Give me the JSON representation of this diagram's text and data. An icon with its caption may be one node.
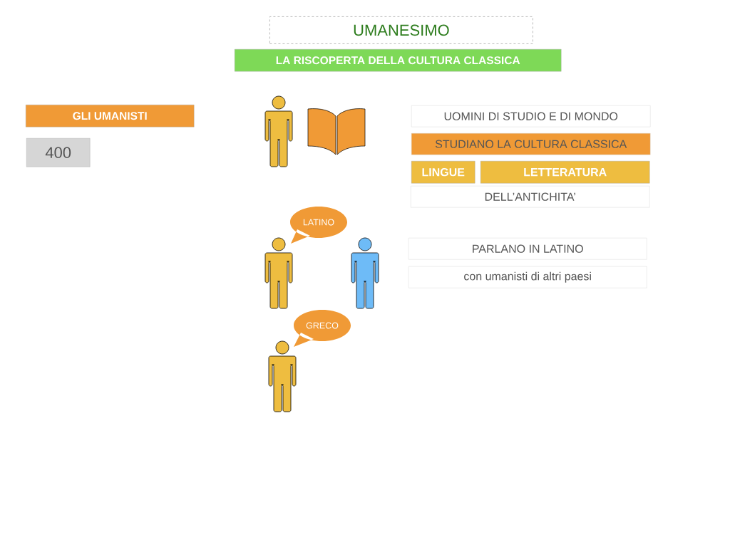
{
  "diagram": {
    "nodes": [
      {
        "text": [
          "UMANESIMO"
        ]
      },
      {
        "text": [
          "LA RISCOPERTA DELLA CULTURA CLASSICA"
        ]
      },
      {
        "text": [
          "GLI UMANISTI"
        ]
      },
      {
        "text": [
          "400"
        ]
      },
      {
        "text": [
          "UOMINI DI STUDIO E DI MONDO"
        ]
      },
      {
        "text": [
          "STUDIANO LA CULTURA CLASSICA"
        ]
      },
      {
        "text": [
          "LINGUE"
        ]
      },
      {
        "text": [
          "LETTERATURA"
        ]
      },
      {
        "text": [
          "DELL’ANTICHITA’"
        ]
      },
      {
        "text": [
          "LATINO"
        ]
      },
      {
        "text": [
          "PARLANO IN LATINO"
        ]
      },
      {
        "text": [
          "con umanisti di altri paesi"
        ]
      },
      {
        "text": [
          "GRECO"
        ]
      }
    ]
  }
}
